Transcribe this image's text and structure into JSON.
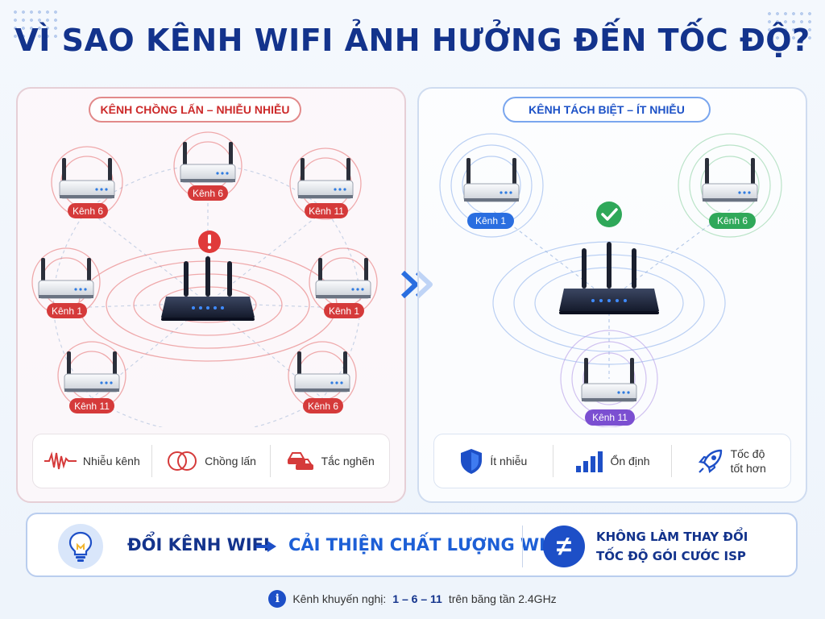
{
  "title": "VÌ SAO KÊNH WIFI ẢNH HƯỞNG ĐẾN TỐC ĐỘ?",
  "left_panel": {
    "heading": "KÊNH CHỒNG LẤN – NHIỄU NHIỄU",
    "routers": [
      "Kênh 6",
      "Kênh 6",
      "Kênh 11",
      "Kênh 1",
      "Kênh 1",
      "Kênh 11",
      "Kênh 6"
    ],
    "legend": [
      "Nhiễu kênh",
      "Chồng lấn",
      "Tắc nghẽn"
    ]
  },
  "right_panel": {
    "heading": "KÊNH TÁCH BIỆT – ÍT NHIỄU",
    "routers": [
      "Kênh 1",
      "Kênh 6",
      "Kênh 11"
    ],
    "legend": [
      "Ít nhiễu",
      "Ổn định",
      "Tốc độ",
      "tốt hơn"
    ]
  },
  "banner": {
    "change": "ĐỔI KÊNH WIFI",
    "improve": "CẢI THIỆN CHẤT LƯỢNG WIFI",
    "no_change_1": "KHÔNG LÀM THAY ĐỔI",
    "no_change_2": "TỐC ĐỘ GÓI CƯỚC ISP"
  },
  "footnote": {
    "prefix": "Kênh khuyến nghị:",
    "channels": "1 – 6 – 11",
    "suffix": "trên băng tần 2.4GHz"
  },
  "colors": {
    "title": "#13338c",
    "red": "#d53a3a",
    "blue": "#2a6ee0",
    "green": "#2fa859",
    "purple": "#7b4fd1"
  },
  "icons": [
    "warning-icon",
    "check-icon",
    "arrow-chevrons-icon",
    "waveform-icon",
    "overlap-circles-icon",
    "traffic-jam-icon",
    "shield-icon",
    "signal-bars-icon",
    "rocket-icon",
    "lightbulb-icon",
    "not-equal-icon",
    "info-icon"
  ]
}
